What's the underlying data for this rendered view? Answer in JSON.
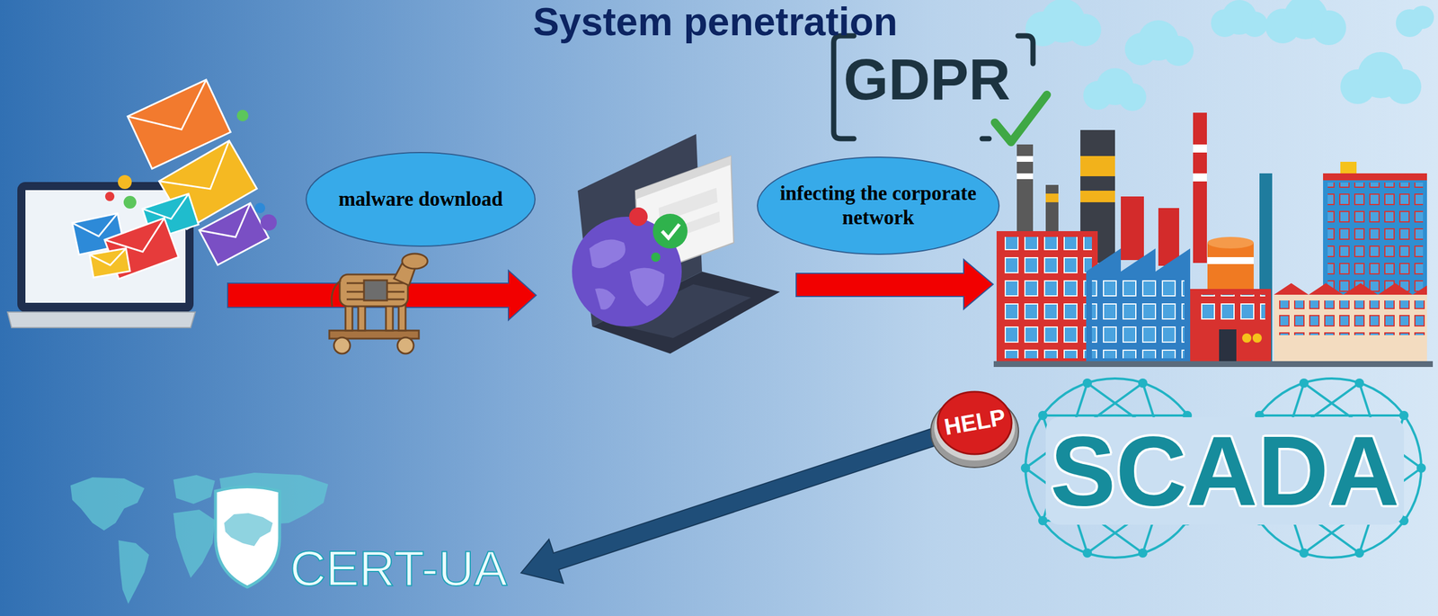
{
  "diagram": {
    "title": "System penetration",
    "nodes": [
      {
        "text": [
          "malware download"
        ]
      },
      {
        "text": [
          "infecting the corporate network"
        ]
      },
      {
        "text": [
          "HELP"
        ]
      },
      {
        "text": [
          "CERT-UA"
        ]
      }
    ],
    "edges": [
      {
        "from": 2,
        "to": 3,
        "arrow": "to"
      }
    ],
    "labels": [
      "GDPR",
      "SCADA"
    ]
  }
}
